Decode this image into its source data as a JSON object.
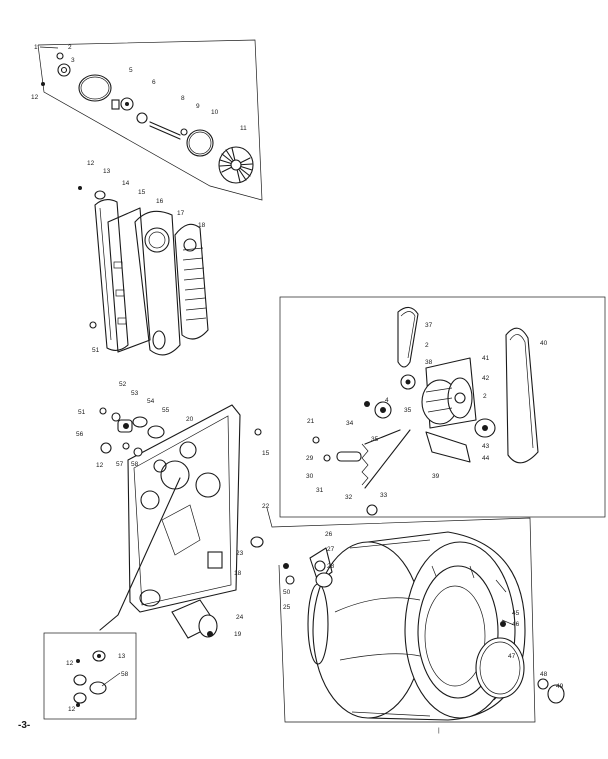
{
  "page": {
    "page_number": "-3-",
    "bottom_mark": "|"
  },
  "groups": [
    {
      "id": "blower-assembly",
      "label": "1"
    },
    {
      "id": "bulkhead-assembly",
      "label": "22"
    }
  ],
  "callouts": [
    "2",
    "3",
    "5",
    "6",
    "8",
    "9",
    "10",
    "11",
    "12",
    "12",
    "13",
    "14",
    "15",
    "16",
    "17",
    "18",
    "51",
    "37",
    "2",
    "38",
    "41",
    "40",
    "42",
    "4",
    "34",
    "35",
    "39",
    "21",
    "29",
    "30",
    "31",
    "32",
    "33",
    "35",
    "2",
    "43",
    "44",
    "52",
    "53",
    "54",
    "55",
    "51",
    "56",
    "12",
    "57",
    "58",
    "20",
    "15",
    "23",
    "18",
    "24",
    "19",
    "26",
    "27",
    "28",
    "50",
    "25",
    "45",
    "46",
    "47",
    "48",
    "49",
    "13",
    "12",
    "58",
    "12"
  ]
}
